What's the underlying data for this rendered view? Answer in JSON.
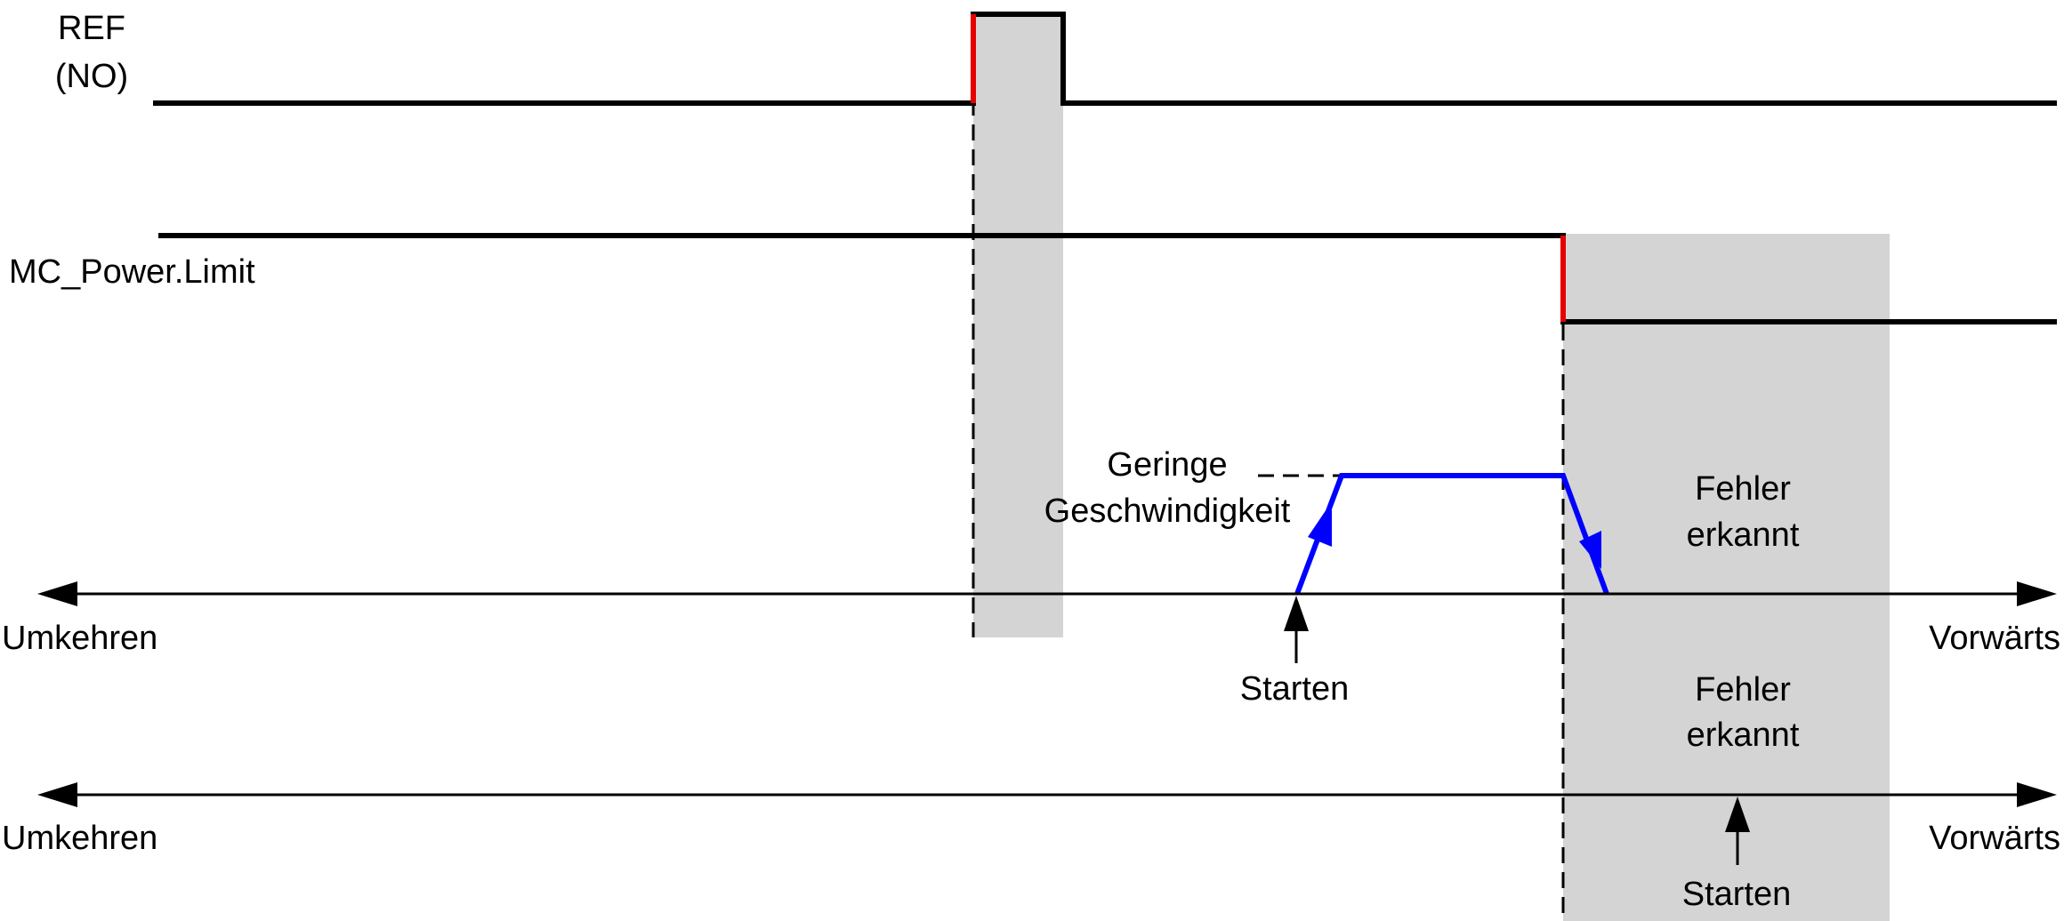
{
  "signals": {
    "ref_line1": "REF",
    "ref_line2": "(NO)",
    "mc_power_limit": "MC_Power.Limit"
  },
  "speed_label": {
    "line1": "Geringe",
    "line2": "Geschwindigkeit"
  },
  "fault_labels": {
    "upper": {
      "line1": "Fehler",
      "line2": "erkannt"
    },
    "lower": {
      "line1": "Fehler",
      "line2": "erkannt"
    }
  },
  "axes": {
    "upper": {
      "left": "Umkehren",
      "right": "Vorwärts",
      "start": "Starten"
    },
    "lower": {
      "left": "Umkehren",
      "right": "Vorwärts",
      "start": "Starten"
    }
  },
  "colors": {
    "signal": "#000000",
    "edge": "#e60000",
    "motion": "#0000ff",
    "shade": "#d4d4d4"
  }
}
